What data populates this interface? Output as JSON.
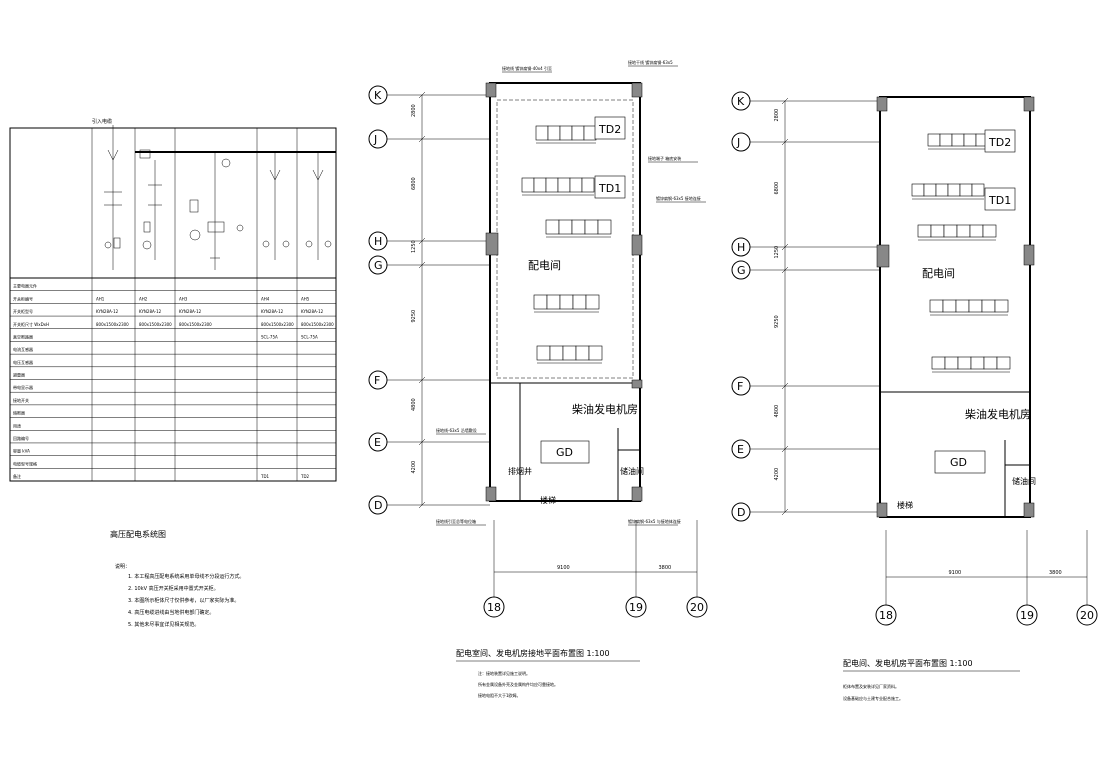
{
  "sld": {
    "title": "高压配电系统图",
    "incoming_label": "引入电缆",
    "rows": [
      {
        "label": "主要电器元件",
        "cells": [
          "",
          "",
          "",
          "",
          ""
        ]
      },
      {
        "label": "开关柜编号",
        "cells": [
          "AH1",
          "AH2",
          "AH3",
          "AH4",
          "AH5"
        ]
      },
      {
        "label": "开关柜型号",
        "cells": [
          "KYN28A-12",
          "KYN28A-12",
          "KYN28A-12",
          "KYN28A-12",
          "KYN28A-12"
        ]
      },
      {
        "label": "开关柜尺寸 WxDxH",
        "cells": [
          "800x1500x2300",
          "800x1500x2300",
          "800x1500x2300",
          "800x1500x2300",
          "800x1500x2300"
        ]
      },
      {
        "label": "真空断路器",
        "cells": [
          "",
          "",
          "",
          "SCL-75A",
          "SCL-75A"
        ]
      },
      {
        "label": "电流互感器",
        "cells": [
          "",
          "",
          "",
          "",
          ""
        ]
      },
      {
        "label": "电压互感器",
        "cells": [
          "",
          "",
          "",
          "",
          ""
        ]
      },
      {
        "label": "避雷器",
        "cells": [
          "",
          "",
          "",
          "",
          ""
        ]
      },
      {
        "label": "带电显示器",
        "cells": [
          "",
          "",
          "",
          "",
          ""
        ]
      },
      {
        "label": "接地开关",
        "cells": [
          "",
          "",
          "",
          "",
          ""
        ]
      },
      {
        "label": "熔断器",
        "cells": [
          "",
          "",
          "",
          "",
          ""
        ]
      },
      {
        "label": "用途",
        "cells": [
          "",
          "",
          "",
          "",
          ""
        ]
      },
      {
        "label": "回路编号",
        "cells": [
          "",
          "",
          "",
          "",
          ""
        ]
      },
      {
        "label": "容量 kVA",
        "cells": [
          "",
          "",
          "",
          "",
          ""
        ]
      },
      {
        "label": "电缆型号规格",
        "cells": [
          "",
          "",
          "",
          "",
          ""
        ]
      },
      {
        "label": "备注",
        "cells": [
          "",
          "",
          "",
          "TD1",
          "TD2"
        ]
      }
    ],
    "notes_title": "说明：",
    "notes": [
      "1. 本工程高压配电系统采用单母线不分段运行方式。",
      "2. 10kV 高压开关柜采用中置式开关柜。",
      "3. 本图所示柜体尺寸仅供参考，以厂家实际为准。",
      "4. 高压电缆进线由当地供电部门确定。",
      "5. 其他未尽事宜详见相关规范。"
    ]
  },
  "plan1": {
    "title": "配电室间、发电机房接地平面布置图 1:100",
    "axes_left": [
      "K",
      "J",
      "H",
      "G",
      "F",
      "E",
      "D"
    ],
    "axes_bottom": [
      "18",
      "19",
      "20"
    ],
    "dims_left": [
      "2800",
      "6800",
      "1250",
      "9250",
      "4800",
      "4200"
    ],
    "dims_bottom": [
      "9100",
      "3800"
    ],
    "rooms": {
      "distribution": "配电间",
      "generator": "柴油发电机房",
      "oil": "储油间",
      "shaft": "排烟井",
      "stair": "楼梯"
    },
    "equipment": {
      "td1": "TD1",
      "td2": "TD2",
      "gd": "GD"
    },
    "notes": [
      "注：接地装置详见施工说明。",
      "所有金属设备外壳及金属构件均应可靠接地。",
      "接地电阻不大于1欧姆。"
    ],
    "callouts": [
      "接地线 镀锌扁钢-40x4 引至",
      "接地干线 镀锌扁钢-63x5",
      "接地端子 箱底安装",
      "镀锌扁钢-63x5 接地连接",
      "接地线-63x5 沿墙敷设",
      "镀锌扁钢-63x5 与接地体连接",
      "接地线引至总等电位箱"
    ]
  },
  "plan2": {
    "title": "配电间、发电机房平面布置图 1:100",
    "axes_left": [
      "K",
      "J",
      "H",
      "G",
      "F",
      "E",
      "D"
    ],
    "axes_bottom": [
      "18",
      "19",
      "20"
    ],
    "dims_left": [
      "2800",
      "6800",
      "1250",
      "9250",
      "4800",
      "4200"
    ],
    "dims_bottom": [
      "9100",
      "3800"
    ],
    "rooms": {
      "distribution": "配电间",
      "generator": "柴油发电机房",
      "oil": "储油间",
      "stair": "楼梯"
    },
    "equipment": {
      "td1": "TD1",
      "td2": "TD2",
      "gd": "GD"
    },
    "notes": [
      "柜体布置及安装详见厂家资料。",
      "设备基础应与土建专业配合施工。"
    ]
  },
  "icons": [
    "breaker-icon",
    "transformer-icon",
    "axis-bubble-icon",
    "grounding-icon"
  ]
}
